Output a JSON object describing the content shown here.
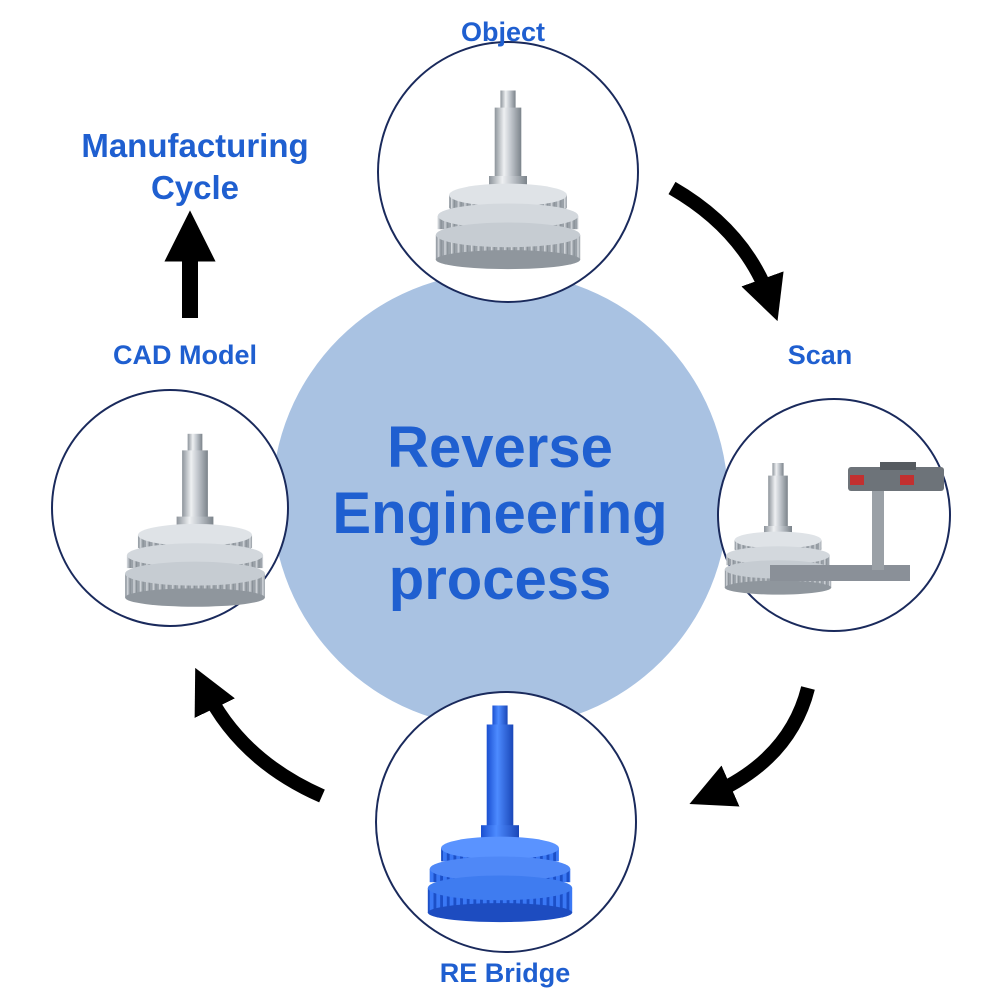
{
  "center": {
    "lines": [
      "Reverse",
      "Engineering",
      "process"
    ],
    "fill_color": "#a9c2e2"
  },
  "stages": {
    "object": {
      "label": "Object",
      "image": "silver-gear-shaft-icon"
    },
    "scan": {
      "label": "Scan",
      "image": "gear-on-scanner-stand-icon"
    },
    "re_bridge": {
      "label": "RE Bridge",
      "image": "blue-gear-shaft-icon"
    },
    "cad_model": {
      "label": "CAD Model",
      "image": "silver-gear-shaft-icon"
    }
  },
  "output": {
    "line1": "Manufacturing",
    "line2": "Cycle"
  },
  "colors": {
    "label_blue": "#1f5fd0",
    "arrow": "#000000",
    "circle_border": "#1a2a5c",
    "part_blue": "#2f6ff0",
    "part_silver": "#c9ced4"
  }
}
